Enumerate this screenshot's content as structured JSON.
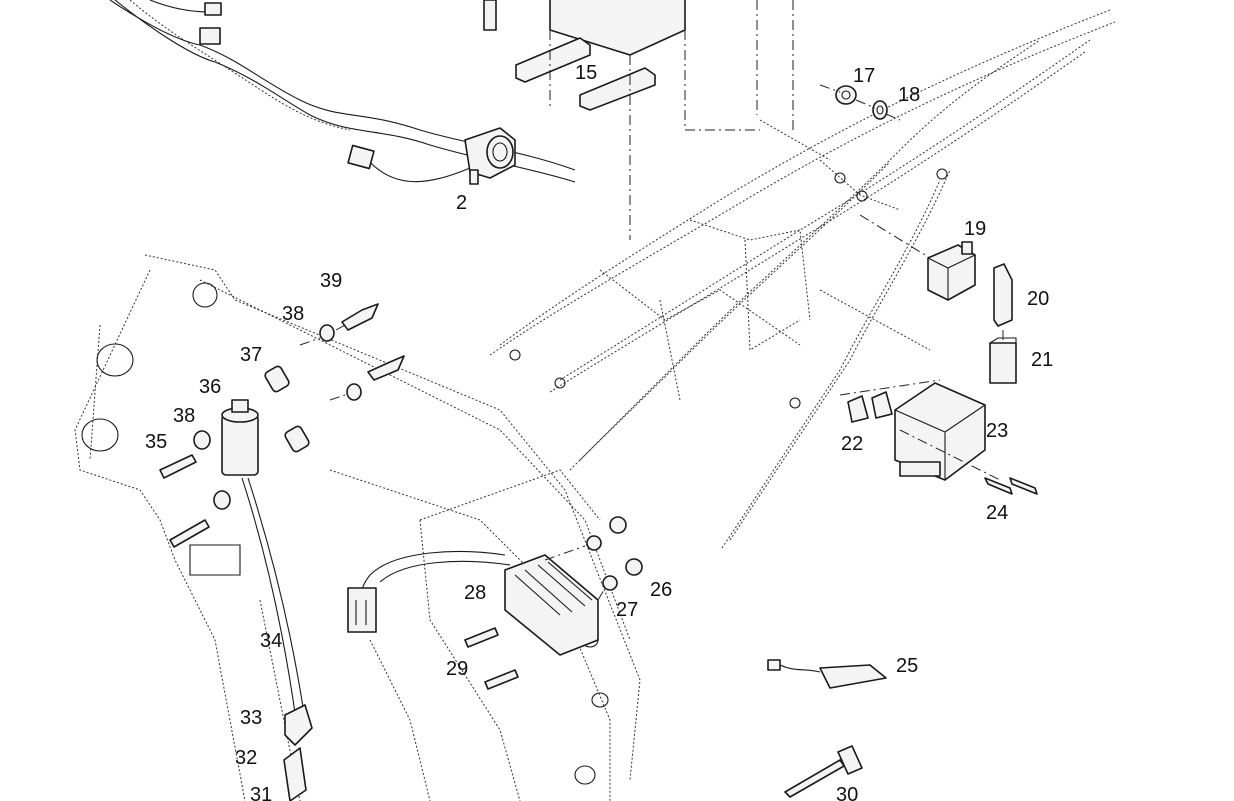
{
  "callouts": [
    {
      "id": "c2",
      "text": "2"
    },
    {
      "id": "c15",
      "text": "15"
    },
    {
      "id": "c17",
      "text": "17"
    },
    {
      "id": "c18",
      "text": "18"
    },
    {
      "id": "c19",
      "text": "19"
    },
    {
      "id": "c20",
      "text": "20"
    },
    {
      "id": "c21",
      "text": "21"
    },
    {
      "id": "c22",
      "text": "22"
    },
    {
      "id": "c23",
      "text": "23"
    },
    {
      "id": "c24",
      "text": "24"
    },
    {
      "id": "c25",
      "text": "25"
    },
    {
      "id": "c26",
      "text": "26"
    },
    {
      "id": "c27",
      "text": "27"
    },
    {
      "id": "c28",
      "text": "28"
    },
    {
      "id": "c29",
      "text": "29"
    },
    {
      "id": "c30",
      "text": "30"
    },
    {
      "id": "c31",
      "text": "31"
    },
    {
      "id": "c32",
      "text": "32"
    },
    {
      "id": "c33",
      "text": "33"
    },
    {
      "id": "c34",
      "text": "34"
    },
    {
      "id": "c35",
      "text": "35"
    },
    {
      "id": "c36",
      "text": "36"
    },
    {
      "id": "c37",
      "text": "37"
    },
    {
      "id": "c38a",
      "text": "38"
    },
    {
      "id": "c38b",
      "text": "38"
    },
    {
      "id": "c39",
      "text": "39"
    }
  ]
}
